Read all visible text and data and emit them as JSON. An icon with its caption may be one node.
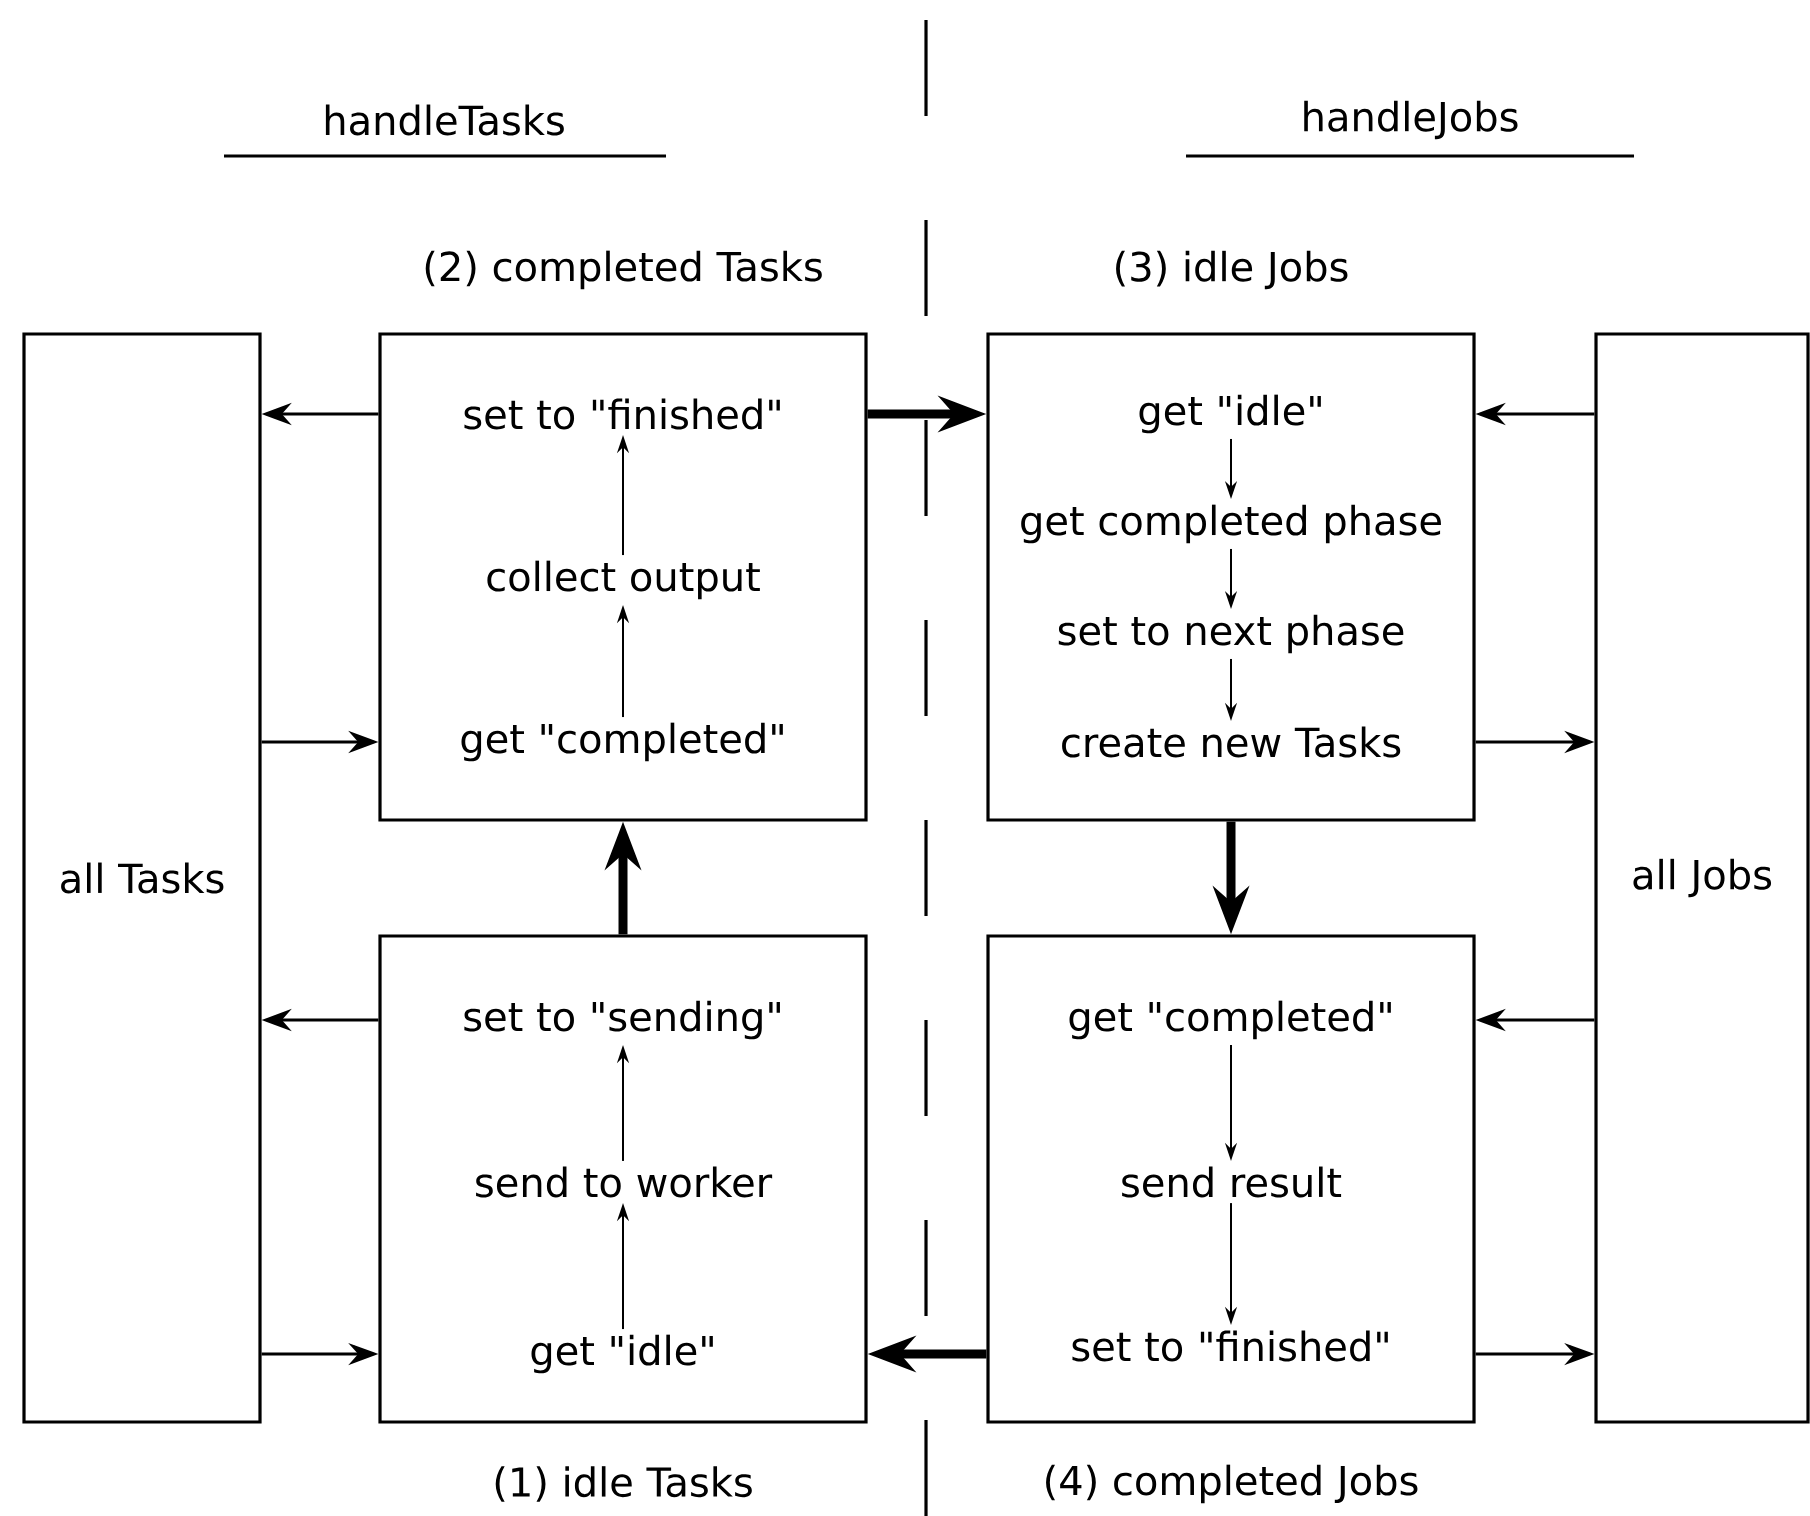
{
  "diagram": {
    "nodes": [
      {
        "text": [
          "all Tasks"
        ]
      },
      {
        "text": [
          "(2) completed Tasks"
        ]
      },
      {
        "text": [
          "set to \"finished\""
        ],
        "in": 1
      },
      {
        "text": [
          "collect output"
        ],
        "in": 1
      },
      {
        "text": [
          "get \"completed\""
        ],
        "in": 1
      },
      {
        "text": [
          "(3) idle Jobs"
        ]
      },
      {
        "text": [
          "get \"idle\""
        ],
        "in": 5
      },
      {
        "text": [
          "get completed phase"
        ],
        "in": 5
      },
      {
        "text": [
          "set to next phase"
        ],
        "in": 5
      },
      {
        "text": [
          "create new Tasks"
        ],
        "in": 5
      },
      {
        "text": [
          "(1) idle Tasks"
        ]
      },
      {
        "text": [
          "set to \"sending\""
        ],
        "in": 10
      },
      {
        "text": [
          "send to worker"
        ],
        "in": 10
      },
      {
        "text": [
          "get \"idle\""
        ],
        "in": 10
      },
      {
        "text": [
          "(4) completed Jobs"
        ]
      },
      {
        "text": [
          "get \"completed\""
        ],
        "in": 14
      },
      {
        "text": [
          "send result"
        ],
        "in": 14
      },
      {
        "text": [
          "set to \"finished\""
        ],
        "in": 14
      },
      {
        "text": [
          "all Jobs"
        ]
      }
    ],
    "edges": [
      {
        "from": 1,
        "to": 0,
        "arrow": "to"
      },
      {
        "from": 0,
        "to": 1,
        "arrow": "to"
      },
      {
        "from": 4,
        "to": 3,
        "arrow": "to"
      },
      {
        "from": 3,
        "to": 2,
        "arrow": "to"
      },
      {
        "from": 1,
        "to": 5,
        "arrow": "to",
        "style": "thick"
      },
      {
        "from": 18,
        "to": 5,
        "arrow": "to"
      },
      {
        "from": 5,
        "to": 18,
        "arrow": "to"
      },
      {
        "from": 6,
        "to": 7,
        "arrow": "to"
      },
      {
        "from": 7,
        "to": 8,
        "arrow": "to"
      },
      {
        "from": 8,
        "to": 9,
        "arrow": "to"
      },
      {
        "from": 10,
        "to": 1,
        "arrow": "to",
        "style": "thick"
      },
      {
        "from": 5,
        "to": 14,
        "arrow": "to",
        "style": "thick"
      },
      {
        "from": 10,
        "to": 0,
        "arrow": "to"
      },
      {
        "from": 0,
        "to": 10,
        "arrow": "to"
      },
      {
        "from": 13,
        "to": 12,
        "arrow": "to"
      },
      {
        "from": 12,
        "to": 11,
        "arrow": "to"
      },
      {
        "from": 18,
        "to": 14,
        "arrow": "to"
      },
      {
        "from": 14,
        "to": 18,
        "arrow": "to"
      },
      {
        "from": 15,
        "to": 16,
        "arrow": "to"
      },
      {
        "from": 16,
        "to": 17,
        "arrow": "to"
      },
      {
        "from": 14,
        "to": 10,
        "arrow": "to",
        "style": "thick"
      }
    ],
    "labels": [
      "handleTasks",
      "handleJobs"
    ]
  }
}
